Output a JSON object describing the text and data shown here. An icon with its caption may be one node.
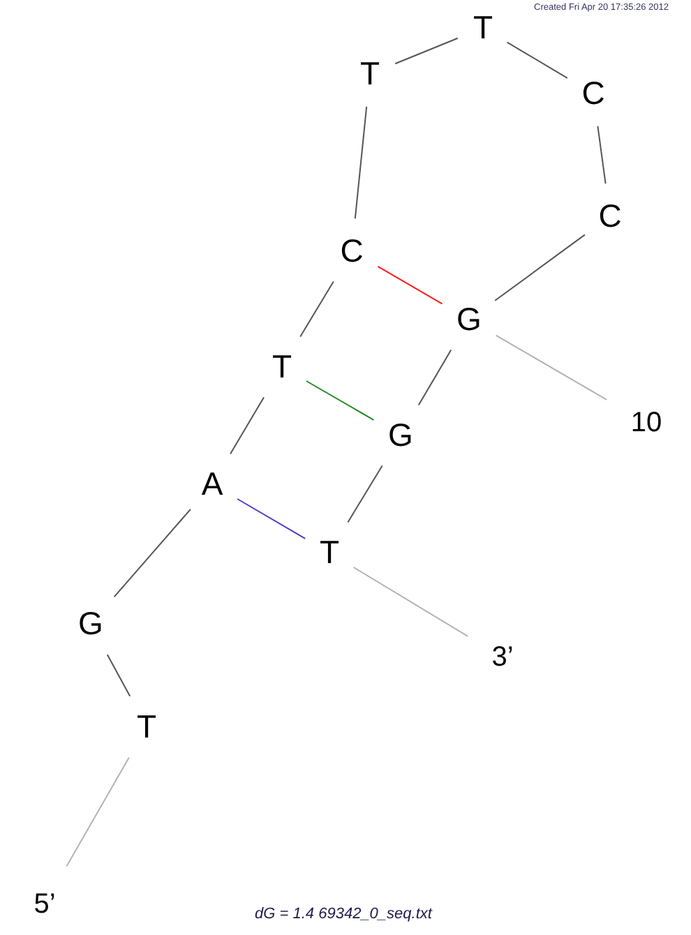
{
  "diagram": {
    "caption": "dG = 1.4 69342_0_seq.txt",
    "nodes": [
      {
        "text": [
          "5’"
        ]
      },
      {
        "text": [
          "T"
        ]
      },
      {
        "text": [
          "G"
        ]
      },
      {
        "text": [
          "A"
        ]
      },
      {
        "text": [
          "T"
        ]
      },
      {
        "text": [
          "C"
        ]
      },
      {
        "text": [
          "T"
        ]
      },
      {
        "text": [
          "T"
        ]
      },
      {
        "text": [
          "C"
        ]
      },
      {
        "text": [
          "C"
        ]
      },
      {
        "text": [
          "G"
        ]
      },
      {
        "text": [
          "G"
        ]
      },
      {
        "text": [
          "T"
        ]
      },
      {
        "text": [
          "3’"
        ]
      },
      {
        "text": [
          "10"
        ]
      }
    ],
    "edges": [
      {
        "from": 0,
        "to": 1,
        "arrow": "none",
        "color": "#b3b3b3"
      },
      {
        "from": 1,
        "to": 2,
        "arrow": "none"
      },
      {
        "from": 2,
        "to": 3,
        "arrow": "none"
      },
      {
        "from": 3,
        "to": 4,
        "arrow": "none"
      },
      {
        "from": 4,
        "to": 5,
        "arrow": "none"
      },
      {
        "from": 5,
        "to": 6,
        "arrow": "none"
      },
      {
        "from": 6,
        "to": 7,
        "arrow": "none"
      },
      {
        "from": 7,
        "to": 8,
        "arrow": "none"
      },
      {
        "from": 8,
        "to": 9,
        "arrow": "none"
      },
      {
        "from": 9,
        "to": 10,
        "arrow": "none"
      },
      {
        "from": 10,
        "to": 11,
        "arrow": "none"
      },
      {
        "from": 11,
        "to": 12,
        "arrow": "none"
      },
      {
        "from": 12,
        "to": 13,
        "arrow": "none",
        "color": "#b3b3b3"
      },
      {
        "from": 5,
        "to": 10,
        "arrow": "none",
        "color": "#ff1a1a"
      },
      {
        "from": 4,
        "to": 11,
        "arrow": "none",
        "color": "#228b22"
      },
      {
        "from": 3,
        "to": 12,
        "arrow": "none",
        "color": "#4b3cc9"
      },
      {
        "from": 14,
        "to": 10,
        "arrow": "none",
        "color": "#b3b3b3"
      }
    ],
    "labels": [
      "Created Fri Apr 20 17:35:26 2012"
    ]
  }
}
